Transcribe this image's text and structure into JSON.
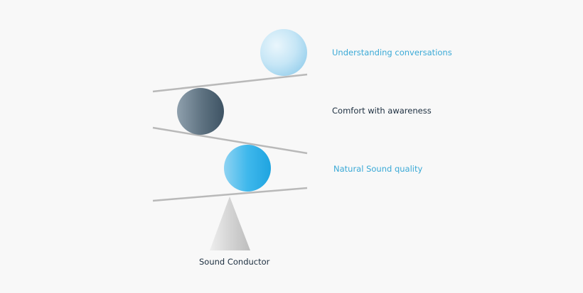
{
  "diagram": {
    "labels": {
      "understanding": "Understanding conversations",
      "comfort": "Comfort with awareness",
      "natural": "Natural Sound quality",
      "base": "Sound Conductor"
    },
    "colors": {
      "accent_text": "#3aa9d6",
      "dark_text": "#1d2f40",
      "beam": "#b9b9b9",
      "sphere_light_blue": "#bfe3f5",
      "sphere_slate": "#5a6e7e",
      "sphere_blue": "#29aee6",
      "pyramid": "#c9c9c9"
    }
  }
}
